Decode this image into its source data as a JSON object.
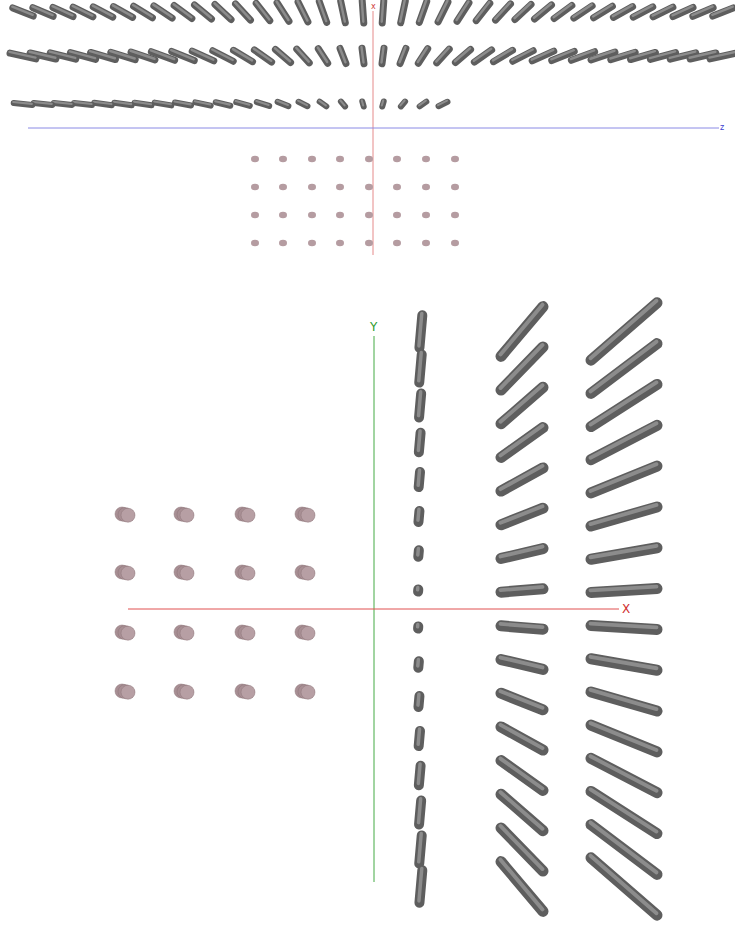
{
  "diagram": {
    "labels": [
      "x",
      "z",
      "Y",
      "X"
    ]
  }
}
